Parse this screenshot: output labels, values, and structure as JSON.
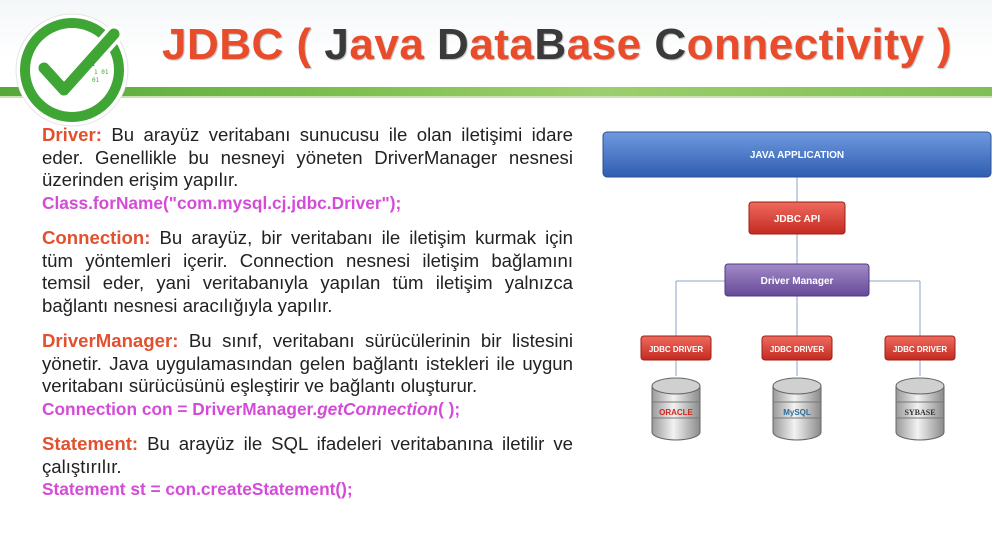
{
  "title": {
    "part1": "JDBC ( ",
    "j": "J",
    "part2": "ava ",
    "d": "D",
    "part3": "ata",
    "b": "B",
    "part4": "ase ",
    "c": "C",
    "part5": "onnectivity )"
  },
  "logo": {
    "icon": "checkmark-binary-logo",
    "binary_lines": [
      "01",
      "1 01",
      "01"
    ]
  },
  "colors": {
    "accent": "#e2512f",
    "code": "#d44bd8",
    "header_bar": "#7dc04f",
    "diagram_blue": "#3f6fc0",
    "diagram_red": "#d9362a",
    "diagram_purple": "#7a5ea8"
  },
  "sections": [
    {
      "term": "Driver:",
      "text": " Bu arayüz veritabanı sunucusu ile olan iletişimi idare eder. Genellikle bu nesneyi yöneten DriverManager nesnesi üzerinden erişim yapılır.",
      "code": "Class.forName(\"com.mysql.cj.jdbc.Driver\");"
    },
    {
      "term": "Connection:",
      "text": " Bu arayüz, bir veritabanı ile iletişim kurmak için tüm yöntemleri içerir. Connection nesnesi iletişim bağlamını temsil eder, yani veritabanıyla yapılan tüm iletişim yalnızca bağlantı nesnesi aracılığıyla yapılır."
    },
    {
      "term": "DriverManager:",
      "text": " Bu sınıf, veritabanı sürücülerinin bir listesini yönetir. Java uygulamasından gelen bağlantı istekleri ile uygun veritabanı sürücüsünü eşleştirir ve bağlantı oluşturur.",
      "code_pre": "Connection con = DriverManager.",
      "code_em": "getConnection",
      "code_post": "( );"
    },
    {
      "term": "Statement:",
      "text": " Bu arayüz ile SQL ifadeleri veritabanına iletilir ve çalıştırılır.",
      "code": "Statement st = con.createStatement();"
    }
  ],
  "diagram": {
    "app": "JAVA APPLICATION",
    "api": "JDBC API",
    "manager": "Driver Manager",
    "drivers": [
      "JDBC DRIVER",
      "JDBC DRIVER",
      "JDBC DRIVER"
    ],
    "databases": [
      "ORACLE",
      "MySQL",
      "SYBASE"
    ]
  }
}
